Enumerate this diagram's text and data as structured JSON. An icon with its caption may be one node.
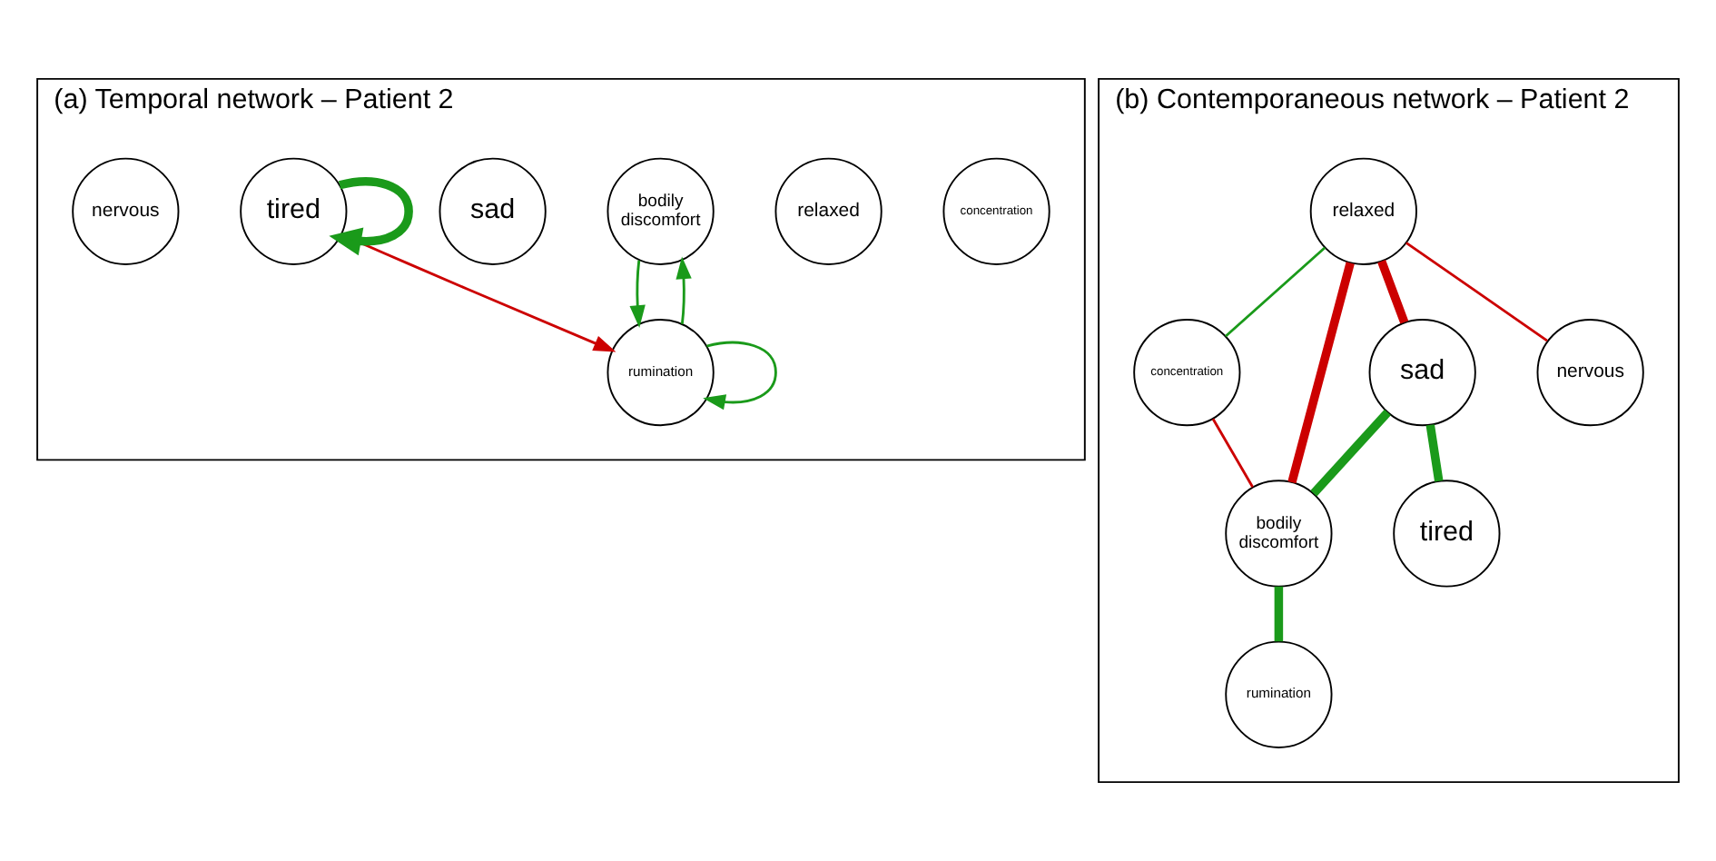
{
  "diagram": {
    "nodes": [
      {
        "text": [
          "(a) Temporal network – Patient 2"
        ]
      },
      {
        "text": [
          "concentration"
        ],
        "in": 0
      },
      {
        "text": [
          "relaxed"
        ],
        "in": 0
      },
      {
        "text": [
          "bodily discomfort"
        ],
        "in": 0
      },
      {
        "text": [
          "rumination"
        ],
        "in": 0
      },
      {
        "text": [
          "sad"
        ],
        "in": 0
      },
      {
        "text": [
          "tired"
        ],
        "in": 0
      },
      {
        "text": [
          "nervous"
        ],
        "in": 0
      },
      {
        "text": [
          "(b) Contemporaneous network – Patient 2"
        ]
      },
      {
        "text": [
          "concentration"
        ],
        "in": 8
      },
      {
        "text": [
          "relaxed"
        ],
        "in": 8
      },
      {
        "text": [
          "bodily discomfort"
        ],
        "in": 8
      },
      {
        "text": [
          "rumination"
        ],
        "in": 8
      },
      {
        "text": [
          "sad"
        ],
        "in": 8
      },
      {
        "text": [
          "tired"
        ],
        "in": 8
      },
      {
        "text": [
          "nervous"
        ],
        "in": 8
      }
    ],
    "edges": [
      {
        "from": 4,
        "to": 3,
        "arrow": "to"
      },
      {
        "from": 3,
        "to": 4,
        "arrow": "to"
      },
      {
        "from": 4,
        "to": 4,
        "arrow": "to"
      },
      {
        "from": 6,
        "to": 4,
        "arrow": "to",
        "color": "#cc0000"
      },
      {
        "from": 6,
        "to": 6,
        "arrow": "to",
        "style": "thick"
      },
      {
        "from": 10,
        "to": 9,
        "arrow": "none"
      },
      {
        "from": 9,
        "to": 11,
        "arrow": "none",
        "color": "#cc0000"
      },
      {
        "from": 10,
        "to": 11,
        "arrow": "none",
        "color": "#cc0000",
        "style": "thick"
      },
      {
        "from": 10,
        "to": 13,
        "arrow": "none",
        "color": "#cc0000",
        "style": "thick"
      },
      {
        "from": 10,
        "to": 15,
        "arrow": "none",
        "color": "#cc0000"
      },
      {
        "from": 13,
        "to": 11,
        "arrow": "none",
        "style": "thick"
      },
      {
        "from": 11,
        "to": 12,
        "arrow": "none",
        "style": "thick"
      },
      {
        "from": 13,
        "to": 14,
        "arrow": "none",
        "style": "thick"
      }
    ]
  }
}
